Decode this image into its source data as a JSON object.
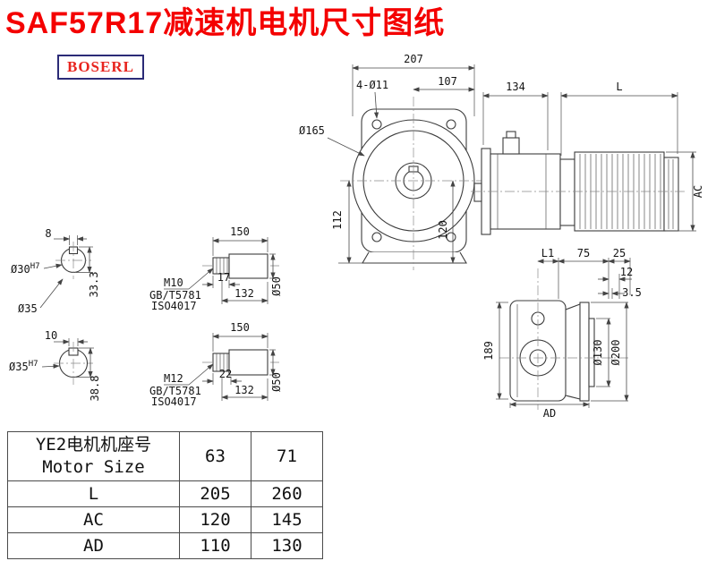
{
  "page": {
    "title": "SAF57R17减速机电机尺寸图纸",
    "brand": "BOSERL"
  },
  "colors": {
    "title_red": "#f40000",
    "brand_red": "#e8251f",
    "brand_border": "#2b2b77",
    "drawing_line": "#3c3c3c"
  },
  "front_view": {
    "width_total": "207",
    "width_half": "107",
    "bolt_holes": "4-Ø11",
    "flange_dia": "Ø165",
    "height_axis": "112",
    "height_right": "120"
  },
  "side_view": {
    "gearbox_len": "134",
    "motor_len": "L",
    "motor_dia": "AC"
  },
  "shaft_section_top": {
    "key_width": "8",
    "bore": "Ø30",
    "bore_tol": "H7",
    "key_height": "33.3",
    "hub_dia": "Ø35"
  },
  "shaft_section_bottom": {
    "key_width": "10",
    "bore": "Ø35",
    "bore_tol": "H7",
    "key_height": "38.8"
  },
  "shaft_top": {
    "length": "150",
    "thread": "M10",
    "std1": "GB/T5781",
    "std2": "ISO4017",
    "thread_len": "17",
    "body_len": "132",
    "dia": "Ø50"
  },
  "shaft_bottom": {
    "length": "150",
    "thread": "M12",
    "std1": "GB/T5781",
    "std2": "ISO4017",
    "thread_len": "22",
    "body_len": "132",
    "dia": "Ø50"
  },
  "output_view": {
    "dim_l1": "L1",
    "dim_75": "75",
    "dim_25": "25",
    "dim_12": "12",
    "dim_3_5": "3.5",
    "height": "189",
    "spigot_dia": "Ø130",
    "flange_dia": "Ø200",
    "dim_ad": "AD"
  },
  "table": {
    "header_cn": "YE2电机机座号",
    "header_en": "Motor Size",
    "sizes": [
      "63",
      "71"
    ],
    "rows": [
      {
        "label": "L",
        "v0": "205",
        "v1": "260"
      },
      {
        "label": "AC",
        "v0": "120",
        "v1": "145"
      },
      {
        "label": "AD",
        "v0": "110",
        "v1": "130"
      }
    ]
  }
}
